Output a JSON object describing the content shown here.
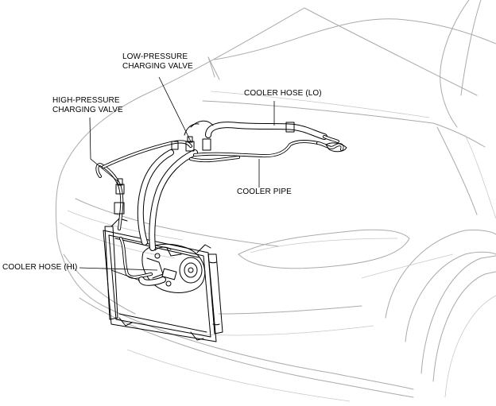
{
  "labels": {
    "low_pressure_line1": "LOW-PRESSURE",
    "low_pressure_line2": "CHARGING VALVE",
    "high_pressure_line1": "HIGH-PRESSURE",
    "high_pressure_line2": "CHARGING VALVE",
    "cooler_hose_lo": "COOLER HOSE (LO)",
    "cooler_pipe": "COOLER PIPE",
    "cooler_hose_hi": "COOLER HOSE (HI)"
  }
}
